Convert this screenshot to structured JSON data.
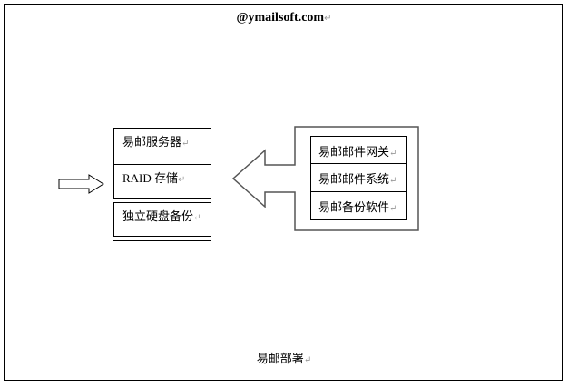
{
  "header": {
    "title": "@ymailsoft.com",
    "mark": "↵"
  },
  "left_stack": {
    "items": [
      "易邮服务器",
      "RAID 存储",
      "独立硬盘备份"
    ],
    "mark": "↵"
  },
  "right_box": {
    "items": [
      "易邮邮件网关",
      "易邮邮件系统",
      "易邮备份软件"
    ],
    "mark": "↵"
  },
  "caption": {
    "text": "易邮部署",
    "mark": "↵"
  }
}
